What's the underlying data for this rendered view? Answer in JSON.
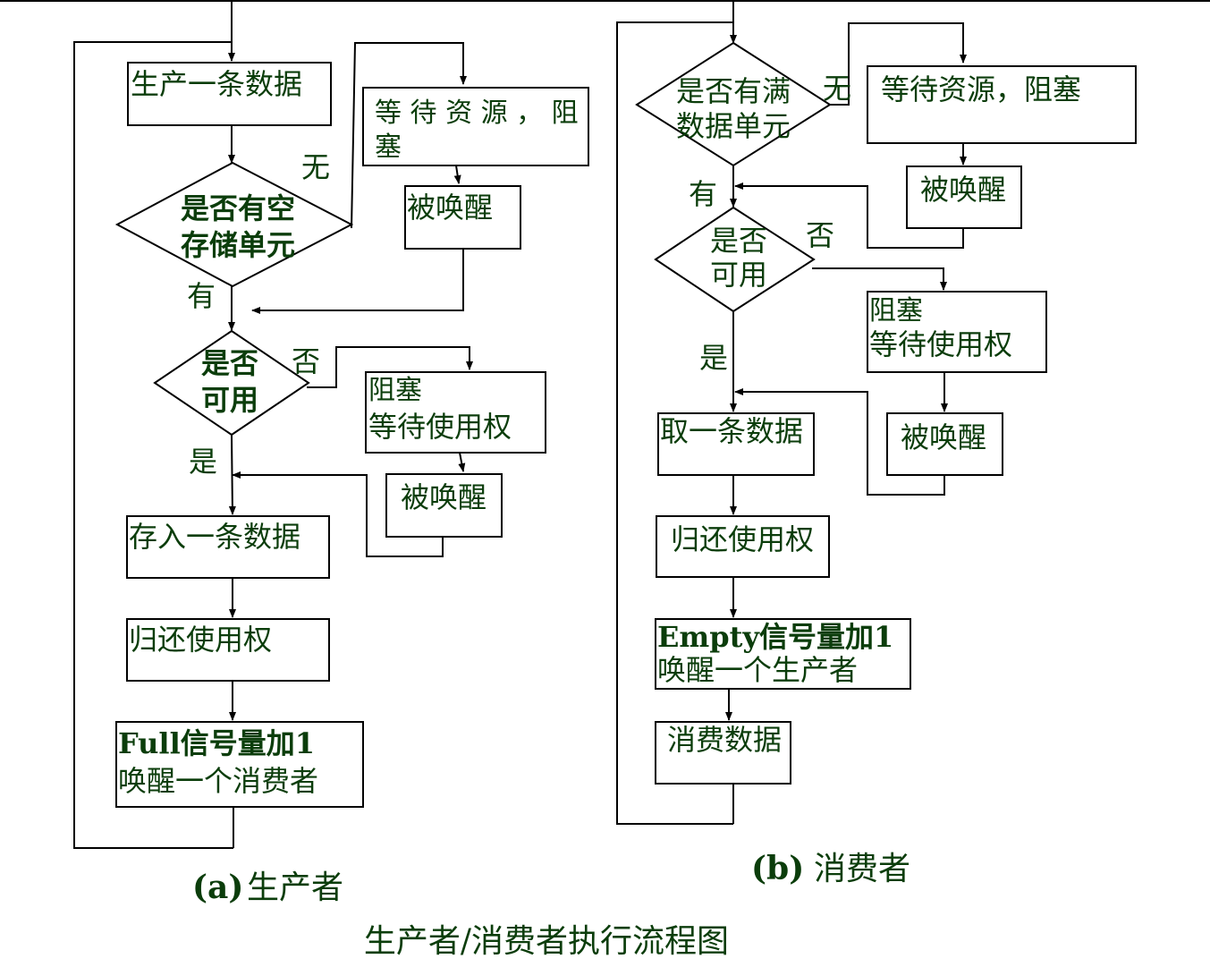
{
  "producer": {
    "produce": "生产一条数据",
    "wait": [
      "等 待 资 源 ， 阻",
      "塞"
    ],
    "woken1": "被唤醒",
    "has_empty": [
      "是否有空",
      "存储单元"
    ],
    "no1": "无",
    "yes1": "有",
    "available": [
      "是否",
      "可用"
    ],
    "no2": "否",
    "yes2": "是",
    "block": [
      "阻塞",
      "等待使用权"
    ],
    "woken2": "被唤醒",
    "store": "存入一条数据",
    "release": "归还使用权",
    "signal": [
      "Full信号量加1",
      "唤醒一个消费者"
    ],
    "caption_tag": "(a)",
    "caption": "生产者"
  },
  "consumer": {
    "has_full": [
      "是否有满",
      "数据单元"
    ],
    "no1": "无",
    "wait": "等待资源，阻塞",
    "woken1": "被唤醒",
    "yes1": "有",
    "available": [
      "是否",
      "可用"
    ],
    "no2": "否",
    "block": [
      "阻塞",
      "等待使用权"
    ],
    "yes2": "是",
    "woken2": "被唤醒",
    "take": "取一条数据",
    "release": "归还使用权",
    "signal": [
      "Empty信号量加1",
      "唤醒一个生产者"
    ],
    "consume": "消费数据",
    "caption_tag": "(b)",
    "caption": "消费者"
  },
  "title": "生产者/消费者执行流程图"
}
